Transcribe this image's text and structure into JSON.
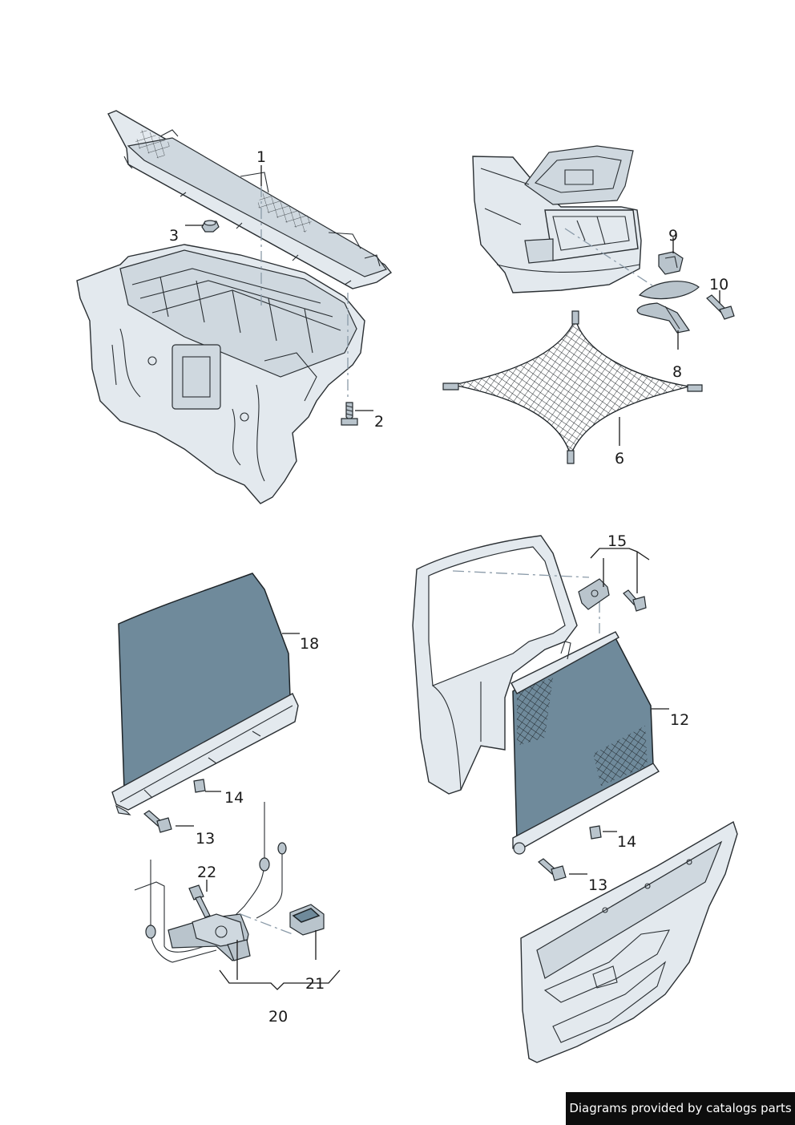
{
  "callouts": {
    "c1": "1",
    "c2": "2",
    "c3": "3",
    "c6": "6",
    "c8": "8",
    "c9": "9",
    "c10": "10",
    "c12": "12",
    "c13a": "13",
    "c13b": "13",
    "c14a": "14",
    "c14b": "14",
    "c15": "15",
    "c18": "18",
    "c20": "20",
    "c21": "21",
    "c22": "22"
  },
  "credit": "Diagrams provided by catalogs parts"
}
